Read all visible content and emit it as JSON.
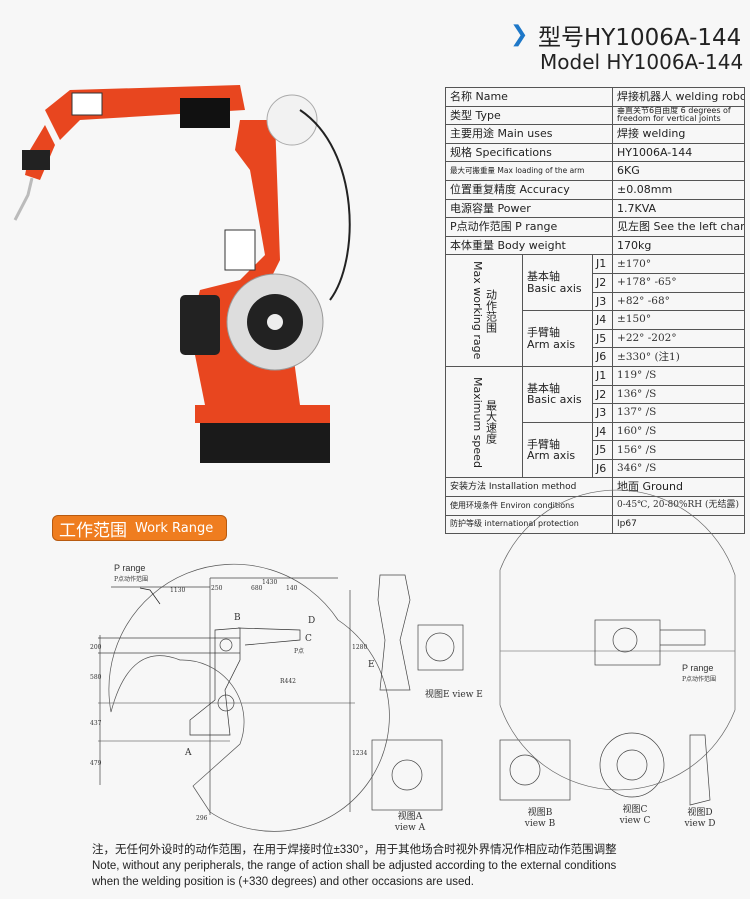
{
  "header": {
    "model_cn": "型号HY1006A-144",
    "model_en": "Model HY1006A-144"
  },
  "specs": {
    "rows": [
      {
        "label": "名称 Name",
        "value": "焊接机器人 welding robot"
      },
      {
        "label": "类型 Type",
        "value": "垂直关节6自由度 6 degrees of freedom for vertical joints"
      },
      {
        "label": "主要用途 Main uses",
        "value": "焊接 welding"
      },
      {
        "label": "规格 Specifications",
        "value": "HY1006A-144"
      },
      {
        "label": "最大可搬重量 Max loading of the arm",
        "value": "6KG"
      },
      {
        "label": "位置重复精度 Accuracy",
        "value": "±0.08mm"
      },
      {
        "label": "电源容量 Power",
        "value": "1.7KVA"
      },
      {
        "label": "P点动作范围 P range",
        "value": "见左图 See the left chart"
      },
      {
        "label": "本体重量 Body weight",
        "value": "170kg"
      }
    ],
    "working_range": {
      "label_cn": "动作范围",
      "label_en": "Max working rage",
      "groups": [
        {
          "cn": "基本轴",
          "en": "Basic axis",
          "joints": [
            {
              "j": "J1",
              "v": "±170°"
            },
            {
              "j": "J2",
              "v": "+178°  -65°"
            },
            {
              "j": "J3",
              "v": "+82°   -68°"
            }
          ]
        },
        {
          "cn": "手臂轴",
          "en": "Arm axis",
          "joints": [
            {
              "j": "J4",
              "v": "±150°"
            },
            {
              "j": "J5",
              "v": "+22°  -202°"
            },
            {
              "j": "J6",
              "v": "±330°  (注1)"
            }
          ]
        }
      ]
    },
    "max_speed": {
      "label_cn": "最大速度",
      "label_en": "Maximum speed",
      "groups": [
        {
          "cn": "基本轴",
          "en": "Basic axis",
          "joints": [
            {
              "j": "J1",
              "v": "119° /S"
            },
            {
              "j": "J2",
              "v": "136° /S"
            },
            {
              "j": "J3",
              "v": "137° /S"
            }
          ]
        },
        {
          "cn": "手臂轴",
          "en": "Arm axis",
          "joints": [
            {
              "j": "J4",
              "v": "160° /S"
            },
            {
              "j": "J5",
              "v": "156° /S"
            },
            {
              "j": "J6",
              "v": "346° /S"
            }
          ]
        }
      ]
    },
    "bottom_rows": [
      {
        "label": "安装方法 Installation method",
        "value": "地面 Ground"
      },
      {
        "label": "使用环境条件 Environ conditions",
        "value": "0-45℃, 20-80%RH (无结露)"
      },
      {
        "label": "防护等级 international protection",
        "value": "Ip67"
      }
    ]
  },
  "work_range": {
    "cn": "工作范围",
    "en": "Work Range"
  },
  "drawing": {
    "p_range": "P range",
    "p_range_cn": "P点动作范围",
    "p_point": "P点",
    "dims": {
      "d1430": "1430",
      "d250": "250",
      "d680": "680",
      "d140": "140",
      "d1130": "1130",
      "d200": "200",
      "d580": "580",
      "d437": "437",
      "d479": "479",
      "d1280": "1280",
      "d1234": "1234",
      "r442": "R442",
      "d296": "296"
    },
    "letters": {
      "a": "A",
      "b": "B",
      "c": "C",
      "d": "D",
      "e": "E"
    },
    "views": {
      "e": "视图E view E",
      "a": "视图A view A",
      "b": "视图B view B",
      "c": "视图C view C",
      "d": "视图D view D"
    }
  },
  "note": {
    "cn": "注，无任何外设时的动作范围，在用于焊接时位±330°，用于其他场合时视外界情况作相应动作范围调整",
    "en1": "Note, without any peripherals, the range of action shall be adjusted according to the external conditions",
    "en2": "when the welding position is (+330 degrees) and other occasions are used."
  },
  "colors": {
    "orange": "#e8461f",
    "badge": "#ef7d1f",
    "accent": "#1e78c8"
  }
}
